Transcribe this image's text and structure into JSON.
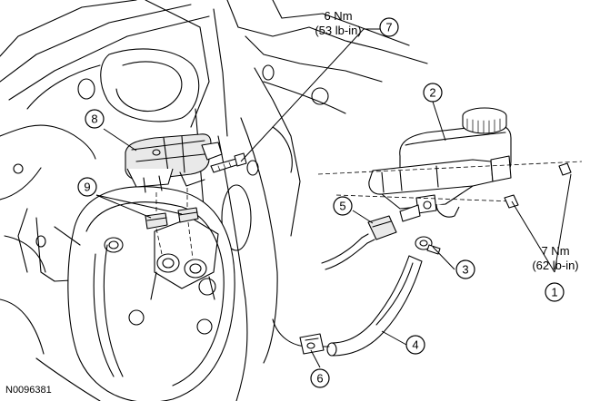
{
  "figure_id": "N0096381",
  "callouts": [
    {
      "num": "1"
    },
    {
      "num": "2"
    },
    {
      "num": "3"
    },
    {
      "num": "4"
    },
    {
      "num": "5"
    },
    {
      "num": "6"
    },
    {
      "num": "7"
    },
    {
      "num": "8"
    },
    {
      "num": "9"
    }
  ],
  "torque_labels": [
    {
      "line1": "6 Nm",
      "line2": "(53 lb-in)"
    },
    {
      "line1": "7 Nm",
      "line2": "(62 lb-in)"
    }
  ]
}
